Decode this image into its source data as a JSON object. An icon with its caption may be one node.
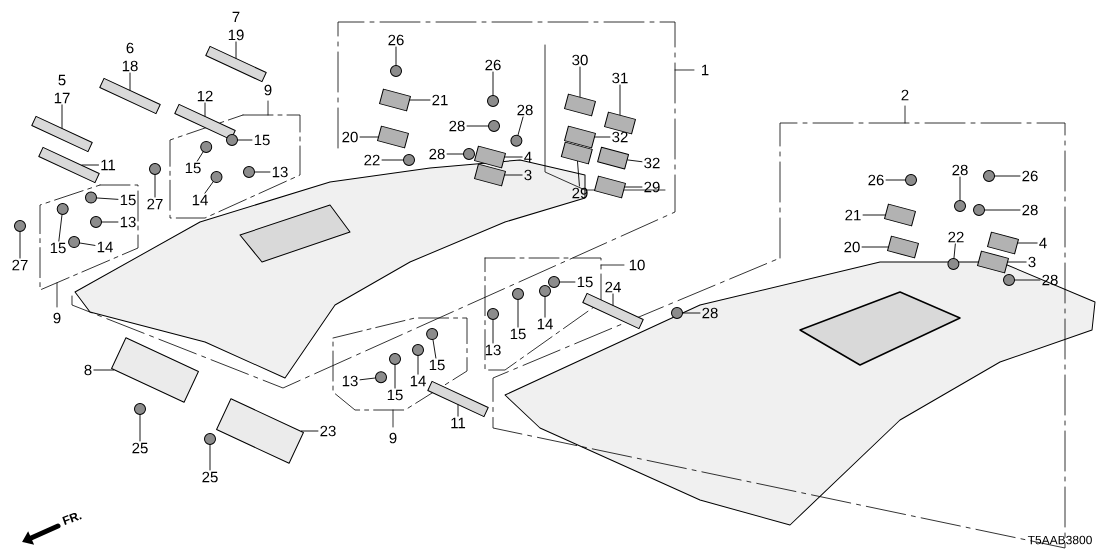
{
  "diagram": {
    "nodes": [
      {
        "text": [
          "7",
          "19"
        ]
      },
      {
        "text": [
          "6",
          "18"
        ]
      },
      {
        "text": [
          "5",
          "17"
        ]
      },
      {
        "text": [
          "12"
        ]
      },
      {
        "text": [
          "15"
        ]
      },
      {
        "text": [
          "15"
        ]
      },
      {
        "text": [
          "13"
        ]
      },
      {
        "text": [
          "14"
        ]
      },
      {
        "text": [
          "27"
        ]
      },
      {
        "text": [
          "11"
        ]
      },
      {
        "text": [
          "15"
        ]
      },
      {
        "text": [
          "13"
        ]
      },
      {
        "text": [
          "15"
        ]
      },
      {
        "text": [
          "14"
        ]
      },
      {
        "text": [
          "27"
        ]
      },
      {
        "text": [
          "26"
        ]
      },
      {
        "text": [
          "21"
        ]
      },
      {
        "text": [
          "26"
        ]
      },
      {
        "text": [
          "28"
        ]
      },
      {
        "text": [
          "28"
        ]
      },
      {
        "text": [
          "20"
        ]
      },
      {
        "text": [
          "28"
        ]
      },
      {
        "text": [
          "22"
        ]
      },
      {
        "text": [
          "4"
        ]
      },
      {
        "text": [
          "3"
        ]
      },
      {
        "text": [
          "30"
        ]
      },
      {
        "text": [
          "31"
        ]
      },
      {
        "text": [
          "32"
        ]
      },
      {
        "text": [
          "32"
        ]
      },
      {
        "text": [
          "29"
        ]
      },
      {
        "text": [
          "29"
        ]
      },
      {
        "text": [
          "26"
        ]
      },
      {
        "text": [
          "28"
        ]
      },
      {
        "text": [
          "26"
        ]
      },
      {
        "text": [
          "21"
        ]
      },
      {
        "text": [
          "28"
        ]
      },
      {
        "text": [
          "20"
        ]
      },
      {
        "text": [
          "22"
        ]
      },
      {
        "text": [
          "4"
        ]
      },
      {
        "text": [
          "3"
        ]
      },
      {
        "text": [
          "28"
        ]
      },
      {
        "text": [
          "15"
        ]
      },
      {
        "text": [
          "24"
        ]
      },
      {
        "text": [
          "15"
        ]
      },
      {
        "text": [
          "14"
        ]
      },
      {
        "text": [
          "13"
        ]
      },
      {
        "text": [
          "28"
        ]
      },
      {
        "text": [
          "8"
        ]
      },
      {
        "text": [
          "13"
        ]
      },
      {
        "text": [
          "15"
        ]
      },
      {
        "text": [
          "14"
        ]
      },
      {
        "text": [
          "15"
        ]
      },
      {
        "text": [
          "11"
        ]
      },
      {
        "text": [
          "23"
        ]
      },
      {
        "text": [
          "25"
        ]
      },
      {
        "text": [
          "25"
        ]
      },
      {
        "text": [],
        "shape": "bar"
      },
      {
        "text": [],
        "shape": "bar"
      },
      {
        "text": [],
        "shape": "bar"
      },
      {
        "text": [],
        "shape": "bar"
      },
      {
        "text": [],
        "shape": "circle"
      },
      {
        "text": [],
        "shape": "circle"
      },
      {
        "text": [],
        "shape": "circle"
      },
      {
        "text": [],
        "shape": "circle"
      },
      {
        "text": [],
        "shape": "circle"
      },
      {
        "text": [],
        "shape": "bar"
      },
      {
        "text": [],
        "shape": "circle"
      },
      {
        "text": [],
        "shape": "circle"
      },
      {
        "text": [],
        "shape": "circle"
      },
      {
        "text": [],
        "shape": "circle"
      },
      {
        "text": [],
        "shape": "circle"
      },
      {
        "text": [],
        "shape": "circle"
      },
      {
        "text": [],
        "shape": "box"
      },
      {
        "text": [],
        "shape": "circle"
      },
      {
        "text": [],
        "shape": "circle"
      },
      {
        "text": [],
        "shape": "circle"
      },
      {
        "text": [],
        "shape": "box"
      },
      {
        "text": [],
        "shape": "circle"
      },
      {
        "text": [],
        "shape": "circle"
      },
      {
        "text": [],
        "shape": "box"
      },
      {
        "text": [],
        "shape": "box"
      },
      {
        "text": [],
        "shape": "box"
      },
      {
        "text": [],
        "shape": "box"
      },
      {
        "text": [],
        "shape": "box"
      },
      {
        "text": [],
        "shape": "box"
      },
      {
        "text": [],
        "shape": "box"
      },
      {
        "text": [],
        "shape": "box"
      },
      {
        "text": [],
        "shape": "circle"
      },
      {
        "text": [],
        "shape": "circle"
      },
      {
        "text": [],
        "shape": "circle"
      },
      {
        "text": [],
        "shape": "box"
      },
      {
        "text": [],
        "shape": "circle"
      },
      {
        "text": [],
        "shape": "box"
      },
      {
        "text": [],
        "shape": "circle"
      },
      {
        "text": [],
        "shape": "box"
      },
      {
        "text": [],
        "shape": "box"
      },
      {
        "text": [],
        "shape": "circle"
      },
      {
        "text": [],
        "shape": "circle"
      },
      {
        "text": [],
        "shape": "bar"
      },
      {
        "text": [],
        "shape": "circle"
      },
      {
        "text": [],
        "shape": "circle"
      },
      {
        "text": [],
        "shape": "circle"
      },
      {
        "text": [],
        "shape": "circle"
      },
      {
        "text": [],
        "shape": "box"
      },
      {
        "text": [],
        "shape": "circle"
      },
      {
        "text": [],
        "shape": "circle"
      },
      {
        "text": [],
        "shape": "circle"
      },
      {
        "text": [],
        "shape": "circle"
      },
      {
        "text": [],
        "shape": "bar"
      },
      {
        "text": [],
        "shape": "box"
      },
      {
        "text": [],
        "shape": "circle"
      },
      {
        "text": [],
        "shape": "circle"
      }
    ],
    "edges": [
      {
        "from": 0,
        "to": 56,
        "arrow": "none"
      },
      {
        "from": 1,
        "to": 57,
        "arrow": "none"
      },
      {
        "from": 2,
        "to": 58,
        "arrow": "none"
      },
      {
        "from": 3,
        "to": 59,
        "arrow": "none"
      },
      {
        "from": 4,
        "to": 60,
        "arrow": "none"
      },
      {
        "from": 5,
        "to": 61,
        "arrow": "none"
      },
      {
        "from": 6,
        "to": 62,
        "arrow": "none"
      },
      {
        "from": 7,
        "to": 63,
        "arrow": "none"
      },
      {
        "from": 8,
        "to": 64,
        "arrow": "none"
      },
      {
        "from": 9,
        "to": 65,
        "arrow": "none"
      },
      {
        "from": 10,
        "to": 66,
        "arrow": "none"
      },
      {
        "from": 11,
        "to": 67,
        "arrow": "none"
      },
      {
        "from": 12,
        "to": 68,
        "arrow": "none"
      },
      {
        "from": 13,
        "to": 69,
        "arrow": "none"
      },
      {
        "from": 14,
        "to": 70,
        "arrow": "none"
      },
      {
        "from": 15,
        "to": 71,
        "arrow": "none"
      },
      {
        "from": 16,
        "to": 72,
        "arrow": "none"
      },
      {
        "from": 17,
        "to": 73,
        "arrow": "none"
      },
      {
        "from": 18,
        "to": 74,
        "arrow": "none"
      },
      {
        "from": 19,
        "to": 75,
        "arrow": "none"
      },
      {
        "from": 20,
        "to": 76,
        "arrow": "none"
      },
      {
        "from": 21,
        "to": 77,
        "arrow": "none"
      },
      {
        "from": 22,
        "to": 78,
        "arrow": "none"
      },
      {
        "from": 23,
        "to": 79,
        "arrow": "none"
      },
      {
        "from": 24,
        "to": 80,
        "arrow": "none"
      },
      {
        "from": 25,
        "to": 81,
        "arrow": "none"
      },
      {
        "from": 26,
        "to": 82,
        "arrow": "none"
      },
      {
        "from": 27,
        "to": 83,
        "arrow": "none"
      },
      {
        "from": 28,
        "to": 84,
        "arrow": "none"
      },
      {
        "from": 29,
        "to": 85,
        "arrow": "none"
      },
      {
        "from": 30,
        "to": 86,
        "arrow": "none"
      },
      {
        "from": 31,
        "to": 87,
        "arrow": "none"
      },
      {
        "from": 32,
        "to": 88,
        "arrow": "none"
      },
      {
        "from": 33,
        "to": 89,
        "arrow": "none"
      },
      {
        "from": 34,
        "to": 90,
        "arrow": "none"
      },
      {
        "from": 35,
        "to": 91,
        "arrow": "none"
      },
      {
        "from": 36,
        "to": 92,
        "arrow": "none"
      },
      {
        "from": 37,
        "to": 93,
        "arrow": "none"
      },
      {
        "from": 38,
        "to": 94,
        "arrow": "none"
      },
      {
        "from": 39,
        "to": 95,
        "arrow": "none"
      },
      {
        "from": 40,
        "to": 96,
        "arrow": "none"
      },
      {
        "from": 41,
        "to": 97,
        "arrow": "none"
      },
      {
        "from": 42,
        "to": 98,
        "arrow": "none"
      },
      {
        "from": 43,
        "to": 99,
        "arrow": "none"
      },
      {
        "from": 44,
        "to": 100,
        "arrow": "none"
      },
      {
        "from": 45,
        "to": 101,
        "arrow": "none"
      },
      {
        "from": 46,
        "to": 102,
        "arrow": "none"
      },
      {
        "from": 47,
        "to": 103,
        "arrow": "none"
      },
      {
        "from": 48,
        "to": 104,
        "arrow": "none"
      },
      {
        "from": 49,
        "to": 105,
        "arrow": "none"
      },
      {
        "from": 50,
        "to": 106,
        "arrow": "none"
      },
      {
        "from": 51,
        "to": 107,
        "arrow": "none"
      },
      {
        "from": 52,
        "to": 108,
        "arrow": "none"
      },
      {
        "from": 53,
        "to": 109,
        "arrow": "none"
      },
      {
        "from": 54,
        "to": 110,
        "arrow": "none"
      },
      {
        "from": 55,
        "to": 111,
        "arrow": "none"
      }
    ],
    "labels": [
      "1",
      "9",
      "2",
      "10",
      "9",
      "9",
      "FR.",
      "T5AAB3800"
    ]
  }
}
